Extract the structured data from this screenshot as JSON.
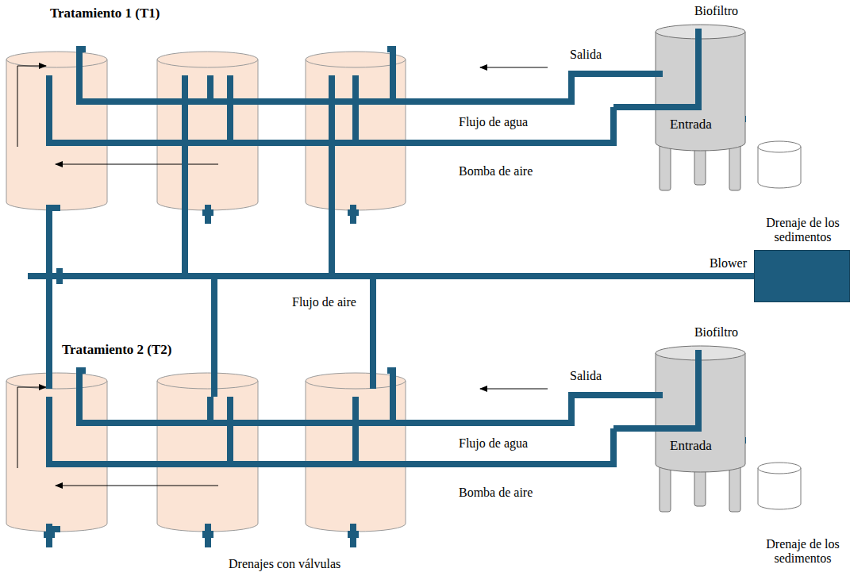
{
  "diagram": {
    "nodes": [
      {
        "text": [
          "Biofiltro",
          "Entrada"
        ]
      },
      {
        "text": [
          "Blower"
        ]
      },
      {
        "text": [
          "Biofiltro",
          "Entrada"
        ]
      }
    ],
    "labels": [
      "Tratamiento 1 (T1)",
      "Salida",
      "Flujo de agua",
      "Bomba de aire",
      "Drenaje de los sedimentos",
      "Flujo de aire",
      "Tratamiento 2 (T2)",
      "Salida",
      "Flujo de agua",
      "Bomba de aire",
      "Drenaje de los sedimentos",
      "Drenajes con válvulas"
    ]
  }
}
